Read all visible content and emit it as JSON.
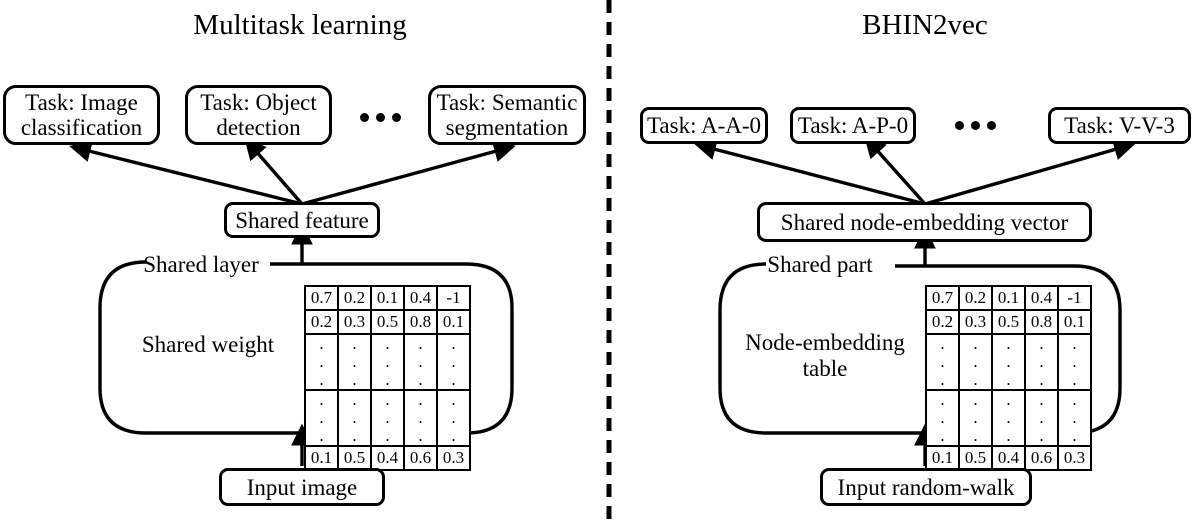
{
  "figure": {
    "type": "diagram",
    "divider": "vertical-dashed-line"
  },
  "panels": [
    {
      "id": "multitask-learning",
      "title": "Multitask learning",
      "tasks": [
        "Task: Image\nclassification",
        "Task: Object\ndetection",
        "Task: Semantic\nsegmentation"
      ],
      "ellipsis": "...",
      "shared_node": "Shared feature",
      "container_label": "Shared layer",
      "inner_label": "Shared weight",
      "input_node": "Input image"
    },
    {
      "id": "bhin2vec",
      "title": "BHIN2vec",
      "tasks": [
        "Task: A-A-0",
        "Task: A-P-0",
        "Task: V-V-3"
      ],
      "ellipsis": "...",
      "shared_node": "Shared node-embedding vector",
      "container_label": "Shared part",
      "inner_label": "Node-embedding\ntable",
      "input_node": "Input random-walk"
    }
  ],
  "matrix": {
    "rows": [
      [
        "0.7",
        "0.2",
        "0.1",
        "0.4",
        "-1"
      ],
      [
        "0.2",
        "0.3",
        "0.5",
        "0.8",
        "0.1"
      ],
      [
        "⋮",
        "⋮",
        "⋮",
        "⋮",
        "⋮"
      ],
      [
        "⋮",
        "⋮",
        "⋮",
        "⋮",
        "⋮"
      ],
      [
        "0.1",
        "0.5",
        "0.4",
        "0.6",
        "0.3"
      ]
    ]
  },
  "colors": {
    "stroke": "#000000",
    "background": "#ffffff"
  }
}
